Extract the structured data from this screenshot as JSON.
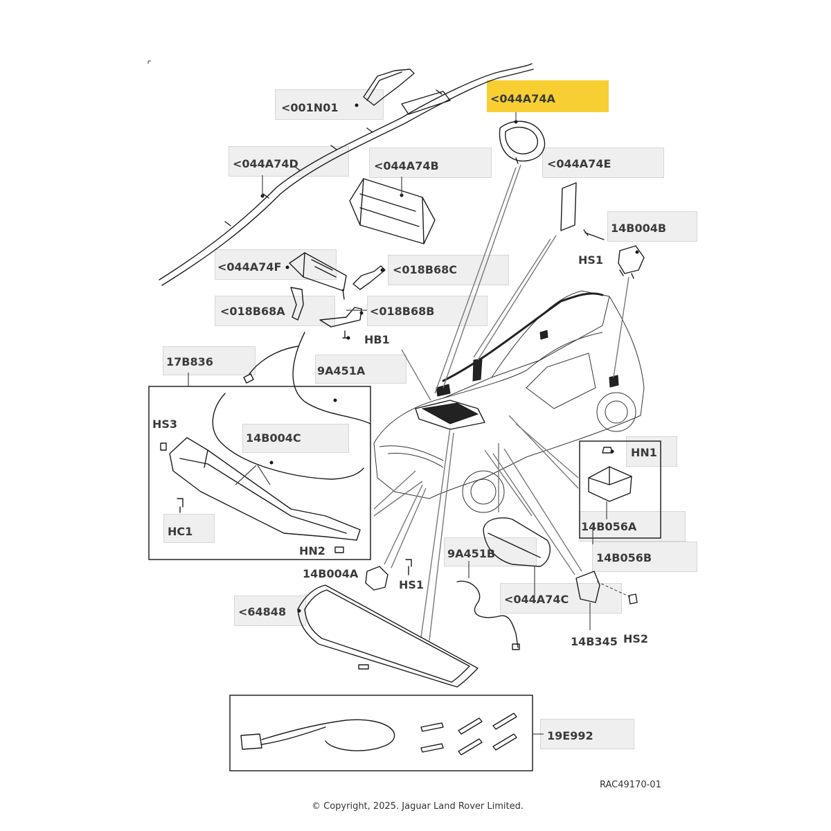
{
  "highlight_color": "#f7cf33",
  "labels": {
    "p001N01": "<001N01",
    "p044A74D": "<044A74D",
    "p044A74A": "<044A74A",
    "p044A74B": "<044A74B",
    "p044A74E": "<044A74E",
    "p14B004B": "14B004B",
    "pHS1_top": "HS1",
    "p044A74F": "<044A74F",
    "p018B68C": "<018B68C",
    "p018B68A": "<018B68A",
    "p018B68B": "<018B68B",
    "pHB1": "HB1",
    "p17B836": "17B836",
    "p9A451A": "9A451A",
    "pHS3": "HS3",
    "p14B004C": "14B004C",
    "pHC1": "HC1",
    "pHN2": "HN2",
    "pHN1": "HN1",
    "p14B056A": "14B056A",
    "p14B056B": "14B056B",
    "p9A451B": "9A451B",
    "p14B004A": "14B004A",
    "pHS1_bottom": "HS1",
    "p044A74C": "<044A74C",
    "p64848": "<64848",
    "p14B345": "14B345",
    "pHS2": "HS2",
    "p19E992": "19E992"
  },
  "reference": "RAC49170-01",
  "copyright": "© Copyright, 2025. Jaguar Land Rover Limited."
}
